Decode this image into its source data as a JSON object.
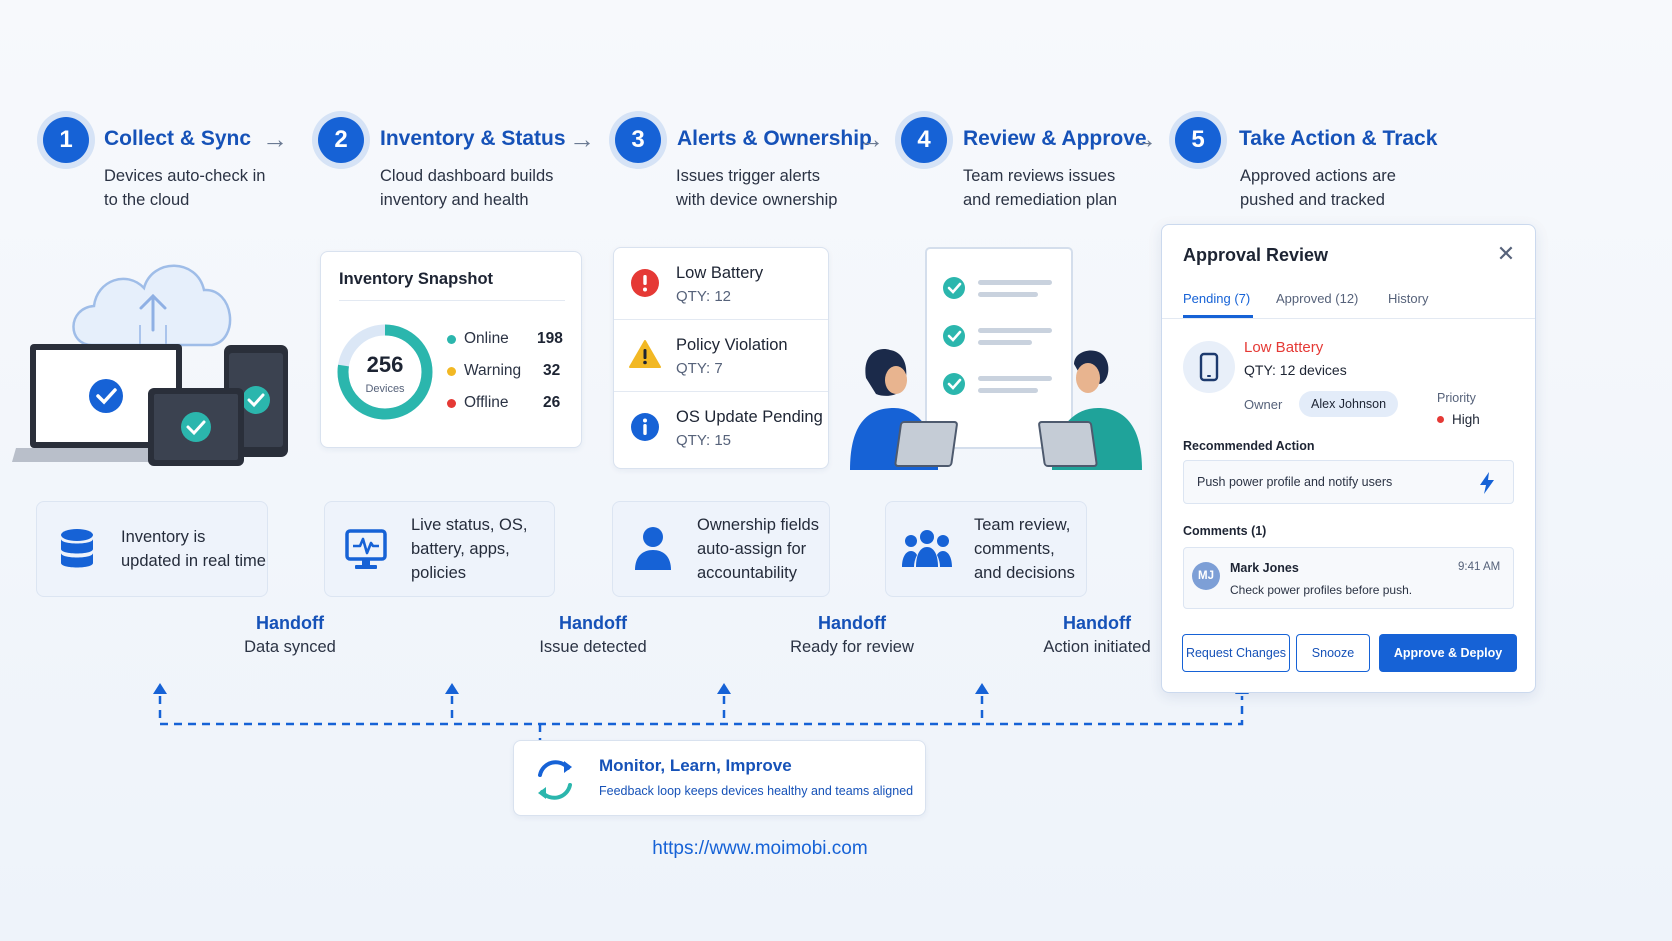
{
  "steps": [
    {
      "num": "1",
      "title": "Collect & Sync",
      "desc": "Devices auto-check in to the cloud"
    },
    {
      "num": "2",
      "title": "Inventory & Status",
      "desc": "Cloud dashboard builds inventory and health"
    },
    {
      "num": "3",
      "title": "Alerts & Ownership",
      "desc": "Issues trigger alerts with device ownership"
    },
    {
      "num": "4",
      "title": "Review & Approve",
      "desc": "Team reviews issues and remediation plan"
    },
    {
      "num": "5",
      "title": "Take Action & Track",
      "desc": "Approved actions are pushed and tracked"
    }
  ],
  "inventory": {
    "title": "Inventory Snapshot",
    "total": "256",
    "total_label": "Devices",
    "rows": [
      {
        "label": "Online",
        "value": "198",
        "color": "#2bb6ad"
      },
      {
        "label": "Warning",
        "value": "32",
        "color": "#f2b824"
      },
      {
        "label": "Offline",
        "value": "26",
        "color": "#e53935"
      }
    ]
  },
  "alerts": [
    {
      "title": "Low Battery",
      "qty": "QTY: 12",
      "icon": "error-icon"
    },
    {
      "title": "Policy Violation",
      "qty": "QTY: 7",
      "icon": "warning-icon"
    },
    {
      "title": "OS Update Pending",
      "qty": "QTY: 15",
      "icon": "info-icon"
    }
  ],
  "features": [
    {
      "text": "Inventory is updated in real time",
      "icon": "database-icon"
    },
    {
      "text": "Live status, OS, battery, apps, policies",
      "icon": "monitor-icon"
    },
    {
      "text": "Ownership fields auto-assign for accountability",
      "icon": "user-icon"
    },
    {
      "text": "Team review, comments, and decisions",
      "icon": "team-icon"
    }
  ],
  "handoffs": [
    {
      "title": "Handoff",
      "sub": "Data synced"
    },
    {
      "title": "Handoff",
      "sub": "Issue detected"
    },
    {
      "title": "Handoff",
      "sub": "Ready for review"
    },
    {
      "title": "Handoff",
      "sub": "Action initiated"
    }
  ],
  "approval": {
    "title": "Approval Review",
    "tabs": [
      "Pending (7)",
      "Approved (12)",
      "History"
    ],
    "alert_title": "Low Battery",
    "alert_qty": "QTY: 12 devices",
    "owner_label": "Owner",
    "owner_value": "Alex Johnson",
    "priority_label": "Priority",
    "priority_value": "High",
    "recommended_label": "Recommended Action",
    "recommended_value": "Push power profile and notify users",
    "comments_label": "Comments (1)",
    "comment": {
      "initials": "MJ",
      "author": "Mark Jones",
      "time": "9:41 AM",
      "text": "Check power profiles before push."
    },
    "buttons": {
      "request": "Request Changes",
      "snooze": "Snooze",
      "approve": "Approve & Deploy"
    }
  },
  "feedback": {
    "title": "Monitor, Learn, Improve",
    "sub": "Feedback loop keeps devices healthy and teams aligned"
  },
  "footer_url": "https://www.moimobi.com",
  "colors": {
    "accent": "#1662d6",
    "teal": "#2bb6ad",
    "danger": "#e53935",
    "warning": "#f2b824"
  }
}
